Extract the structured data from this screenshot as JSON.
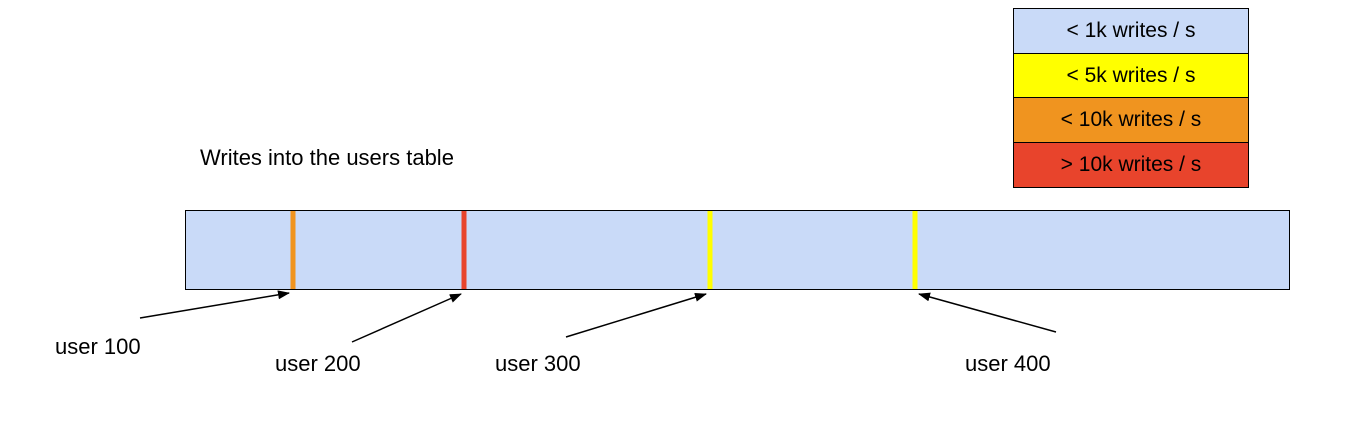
{
  "title": "Writes into the users table",
  "legend": {
    "items": [
      {
        "label": "< 1k writes / s",
        "color": "#c9daf8"
      },
      {
        "label": "< 5k writes / s",
        "color": "#ffff00"
      },
      {
        "label": "< 10k writes / s",
        "color": "#f0941f"
      },
      {
        "label": "> 10k writes / s",
        "color": "#e8442c"
      }
    ]
  },
  "bar": {
    "fill": "#c9daf8",
    "markers": [
      {
        "label": "user 100",
        "color": "#f0941f",
        "position": 0.097
      },
      {
        "label": "user 200",
        "color": "#e8442c",
        "position": 0.252
      },
      {
        "label": "user 300",
        "color": "#ffff00",
        "position": 0.475
      },
      {
        "label": "user 400",
        "color": "#ffff00",
        "position": 0.661
      }
    ]
  }
}
